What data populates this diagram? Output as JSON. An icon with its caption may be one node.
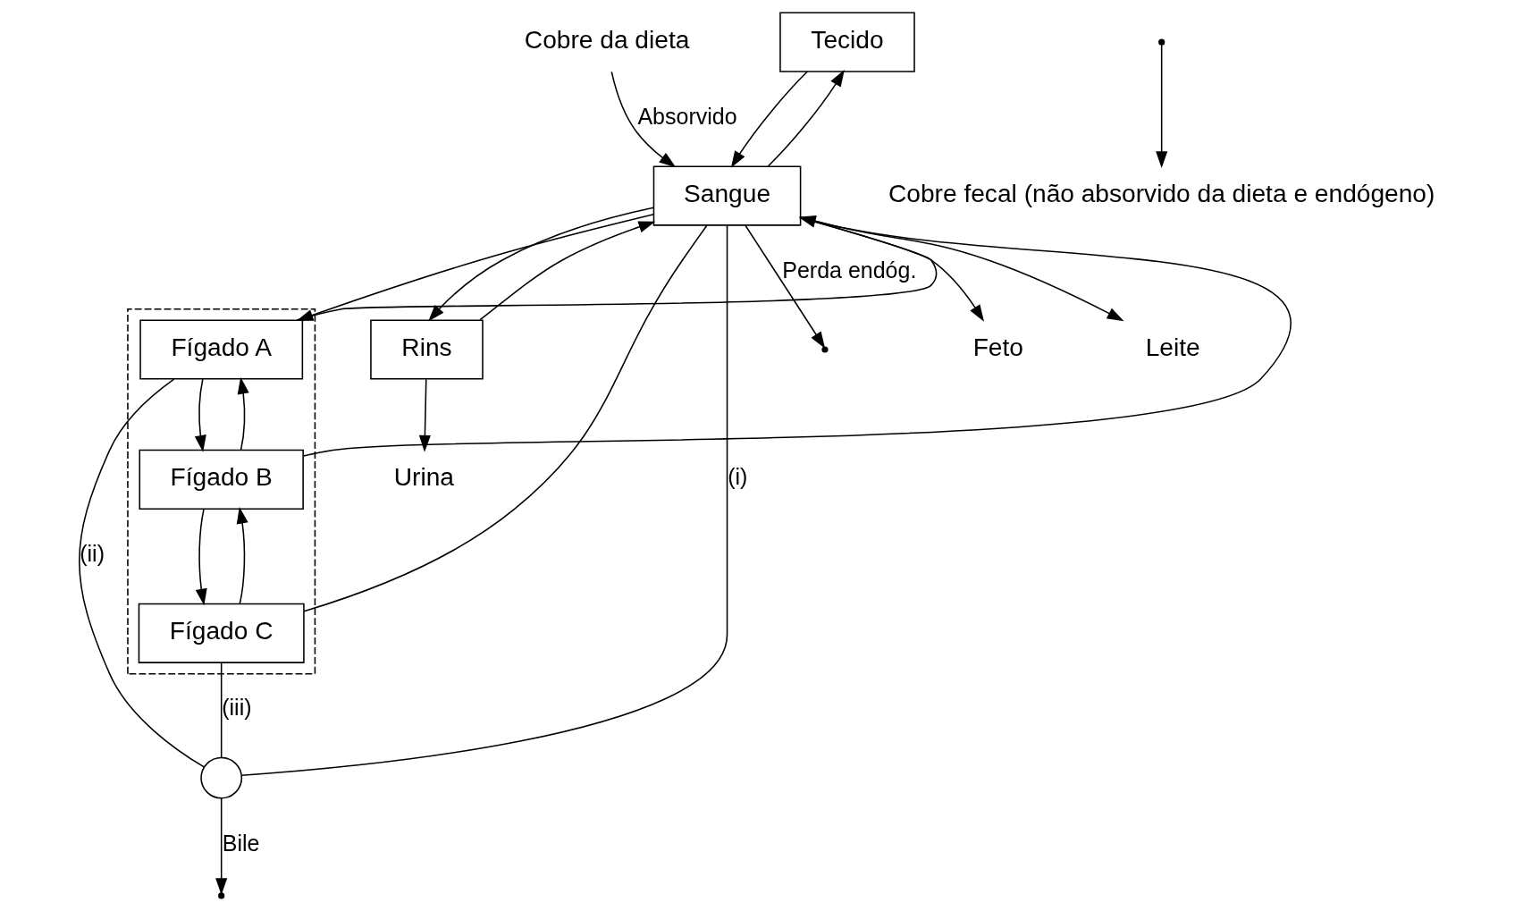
{
  "diagram": {
    "nodes": [
      {
        "text": [
          "Cobre da dieta"
        ]
      },
      {
        "text": [
          "Tecido"
        ]
      },
      {
        "text": [
          "Sangue"
        ]
      },
      {
        "text": [
          "Feto"
        ]
      },
      {
        "text": [
          "Leite"
        ]
      },
      {
        "text": [
          "Rins"
        ]
      },
      {
        "text": [
          "Urina"
        ]
      },
      {
        "text": [],
        "shape": "box"
      },
      {
        "text": [
          "Fígado A"
        ],
        "in": 7
      },
      {
        "text": [
          "Fígado B"
        ],
        "in": 7
      },
      {
        "text": [
          "Fígado C"
        ],
        "in": 7
      },
      {
        "text": [],
        "shape": "circle"
      },
      {
        "text": [
          "Cobre fecal (não absorvido da dieta e endógeno)"
        ]
      }
    ],
    "edges": [
      {
        "from": 0,
        "to": 2,
        "arrow": "to",
        "label": "Absorvido"
      },
      {
        "from": 2,
        "to": null,
        "arrow": "to",
        "label": "Perda endóg."
      },
      {
        "from": 2,
        "to": 1,
        "arrow": "to"
      },
      {
        "from": 1,
        "to": 2,
        "arrow": "to"
      },
      {
        "from": 2,
        "to": 3,
        "arrow": "to"
      },
      {
        "from": 2,
        "to": 4,
        "arrow": "to"
      },
      {
        "from": 5,
        "to": 2,
        "arrow": "to"
      },
      {
        "from": 2,
        "to": 5,
        "arrow": "to"
      },
      {
        "from": 5,
        "to": 6,
        "arrow": "to"
      },
      {
        "from": 2,
        "to": 8,
        "arrow": "to"
      },
      {
        "from": 8,
        "to": 2,
        "arrow": "to"
      },
      {
        "from": 9,
        "to": 2,
        "arrow": "to"
      },
      {
        "from": 9,
        "to": 8,
        "arrow": "to"
      },
      {
        "from": 8,
        "to": 9,
        "arrow": "to"
      },
      {
        "from": 10,
        "to": 9,
        "arrow": "to"
      },
      {
        "from": 9,
        "to": 10,
        "arrow": "to"
      },
      {
        "from": 2,
        "to": 10,
        "arrow": "none"
      },
      {
        "from": 2,
        "to": 11,
        "arrow": "none",
        "label": "(i)"
      },
      {
        "from": 8,
        "to": 11,
        "arrow": "none",
        "label": "(ii)"
      },
      {
        "from": 10,
        "to": 11,
        "arrow": "none",
        "label": "(iii)"
      },
      {
        "from": 11,
        "to": null,
        "arrow": "to",
        "label": "Bile"
      },
      {
        "from": null,
        "to": 12,
        "arrow": "to"
      }
    ]
  }
}
